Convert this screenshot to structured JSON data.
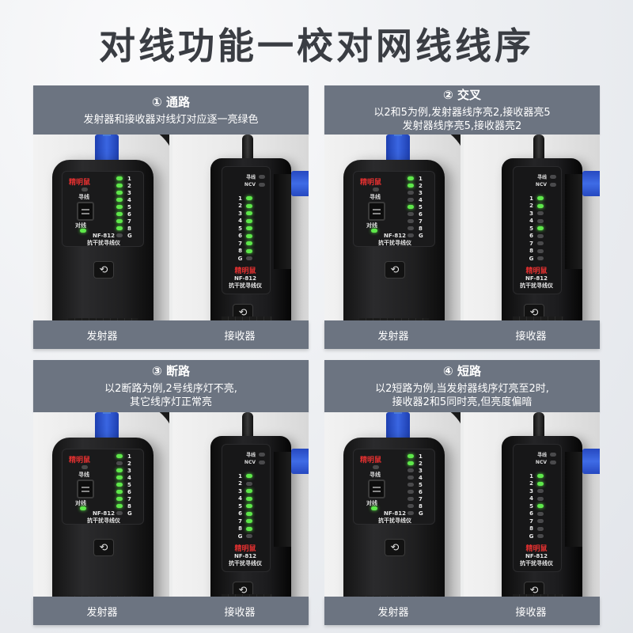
{
  "page": {
    "title": "对线功能一校对网线线序"
  },
  "colors": {
    "panel_bg": "#6c7481",
    "led_on": "#5ee84a",
    "led_off": "#4a4a4c",
    "brand_red": "#e03030",
    "title_text": "#3a3d43"
  },
  "device": {
    "brand": "精明鼠",
    "model": "NF-812",
    "model_subtitle": "抗干扰寻线仪",
    "tx_mode_labels": [
      "寻线",
      "对线"
    ],
    "rx_top_labels": [
      "寻线",
      "NCV"
    ],
    "led_labels": [
      "1",
      "2",
      "3",
      "4",
      "5",
      "6",
      "7",
      "8",
      "G"
    ],
    "cycle_icon": "⟲"
  },
  "panels": [
    {
      "id": "through",
      "title": "① 通路",
      "desc_lines": [
        "发射器和接收器对线灯对应逐一亮绿色"
      ],
      "transmitter_label": "发射器",
      "receiver_label": "接收器",
      "transmitter_leds_on": [
        1,
        2,
        3,
        4,
        5,
        6,
        7,
        8
      ],
      "receiver_leds_on": [
        1,
        2,
        3,
        4,
        5,
        6,
        7,
        8
      ]
    },
    {
      "id": "cross",
      "title": "② 交叉",
      "desc_lines": [
        "以2和5为例,发射器线序亮2,接收器亮5",
        "发射器线序亮5,接收器亮2"
      ],
      "transmitter_label": "发射器",
      "receiver_label": "接收器",
      "transmitter_leds_on": [
        1,
        2,
        5
      ],
      "receiver_leds_on": [
        1,
        2,
        5
      ]
    },
    {
      "id": "open",
      "title": "③ 断路",
      "desc_lines": [
        "以2断路为例,2号线序灯不亮,",
        "其它线序灯正常亮"
      ],
      "transmitter_label": "发射器",
      "receiver_label": "接收器",
      "transmitter_leds_on": [
        1,
        3,
        4,
        5,
        6,
        7,
        8
      ],
      "receiver_leds_on": [
        1,
        3,
        4,
        5,
        6,
        7,
        8
      ]
    },
    {
      "id": "short",
      "title": "④ 短路",
      "desc_lines": [
        "以2短路为例,当发射器线序灯亮至2时,",
        "接收器2和5同时亮,但亮度偏暗"
      ],
      "transmitter_label": "发射器",
      "receiver_label": "接收器",
      "transmitter_leds_on": [
        1,
        2
      ],
      "receiver_leds_on": [
        1,
        2,
        5
      ]
    }
  ]
}
